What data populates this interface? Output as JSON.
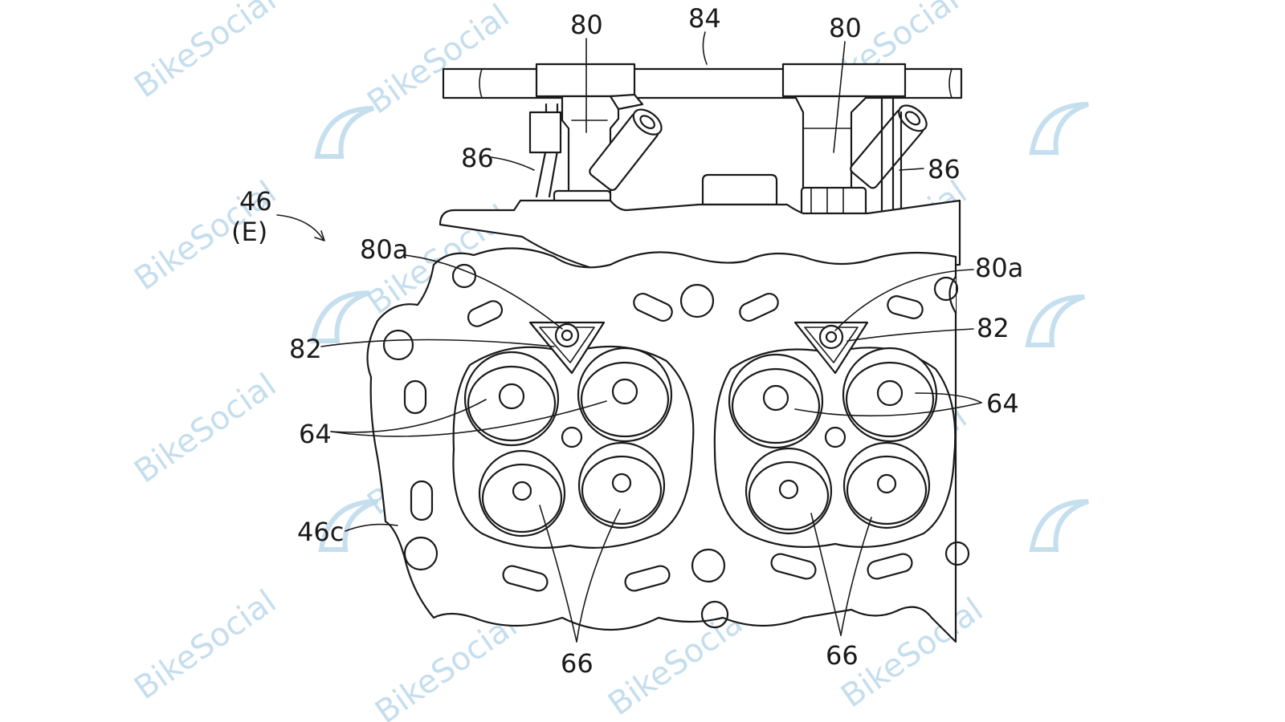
{
  "watermark": {
    "text": "BikeSocial",
    "color": "#bcd9ec"
  },
  "labels": {
    "l46": "46",
    "l46e": "(E)",
    "l46c": "46c",
    "l80_left": "80",
    "l80_right": "80",
    "l84": "84",
    "l86_left": "86",
    "l86_right": "86",
    "l80a_left": "80a",
    "l80a_right": "80a",
    "l82_left": "82",
    "l82_right": "82",
    "l64_left": "64",
    "l64_right": "64",
    "l66_left": "66",
    "l66_right": "66"
  }
}
